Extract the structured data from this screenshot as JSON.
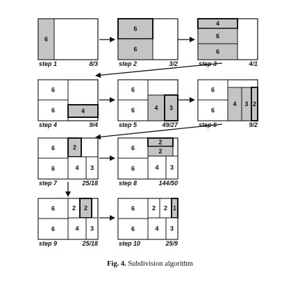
{
  "caption": {
    "label": "Fig. 4.",
    "text": "Subdivision algorithm"
  },
  "steps": [
    {
      "label": "step 1",
      "ratio": "8/3",
      "cells": [
        {
          "text": "6",
          "shade": true,
          "bold": false
        }
      ]
    },
    {
      "label": "step 2",
      "ratio": "3/2",
      "cells": [
        {
          "text": "6",
          "shade": true,
          "bold": true
        },
        {
          "text": "6",
          "shade": true,
          "bold": false
        }
      ]
    },
    {
      "label": "step 3",
      "ratio": "4/1",
      "cells": [
        {
          "text": "4",
          "shade": true,
          "bold": true
        },
        {
          "text": "6",
          "shade": true,
          "bold": false
        },
        {
          "text": "6",
          "shade": true,
          "bold": false
        }
      ]
    },
    {
      "label": "step 4",
      "ratio": "9/4",
      "cells": [
        {
          "text": "6",
          "shade": false,
          "bold": false
        },
        {
          "text": "6",
          "shade": false,
          "bold": false
        },
        {
          "text": "4",
          "shade": true,
          "bold": true
        }
      ]
    },
    {
      "label": "step 5",
      "ratio": "49/27",
      "cells": [
        {
          "text": "6",
          "shade": false,
          "bold": false
        },
        {
          "text": "6",
          "shade": false,
          "bold": false
        },
        {
          "text": "4",
          "shade": true,
          "bold": false
        },
        {
          "text": "3",
          "shade": true,
          "bold": true
        }
      ]
    },
    {
      "label": "step 6",
      "ratio": "9/2",
      "cells": [
        {
          "text": "6",
          "shade": false,
          "bold": false
        },
        {
          "text": "6",
          "shade": false,
          "bold": false
        },
        {
          "text": "4",
          "shade": true,
          "bold": false
        },
        {
          "text": "3",
          "shade": true,
          "bold": false
        },
        {
          "text": "2",
          "shade": true,
          "bold": true
        }
      ]
    },
    {
      "label": "step 7",
      "ratio": "25/18",
      "cells": [
        {
          "text": "6",
          "shade": false,
          "bold": false
        },
        {
          "text": "6",
          "shade": false,
          "bold": false
        },
        {
          "text": "2",
          "shade": true,
          "bold": true
        },
        {
          "text": "4",
          "shade": false,
          "bold": false
        },
        {
          "text": "3",
          "shade": false,
          "bold": false
        }
      ]
    },
    {
      "label": "step 8",
      "ratio": "144/50",
      "cells": [
        {
          "text": "6",
          "shade": false,
          "bold": false
        },
        {
          "text": "6",
          "shade": false,
          "bold": false
        },
        {
          "text": "2",
          "shade": true,
          "bold": true
        },
        {
          "text": "2",
          "shade": true,
          "bold": false
        },
        {
          "text": "4",
          "shade": false,
          "bold": false
        },
        {
          "text": "3",
          "shade": false,
          "bold": false
        }
      ]
    },
    {
      "label": "step 9",
      "ratio": "25/18",
      "cells": [
        {
          "text": "6",
          "shade": false,
          "bold": false
        },
        {
          "text": "6",
          "shade": false,
          "bold": false
        },
        {
          "text": "2",
          "shade": false,
          "bold": false
        },
        {
          "text": "2",
          "shade": true,
          "bold": true
        },
        {
          "text": "4",
          "shade": false,
          "bold": false
        },
        {
          "text": "3",
          "shade": false,
          "bold": false
        }
      ]
    },
    {
      "label": "step 10",
      "ratio": "25/9",
      "cells": [
        {
          "text": "6",
          "shade": false,
          "bold": false
        },
        {
          "text": "6",
          "shade": false,
          "bold": false
        },
        {
          "text": "2",
          "shade": false,
          "bold": false
        },
        {
          "text": "2",
          "shade": false,
          "bold": false
        },
        {
          "text": "1",
          "shade": true,
          "bold": true
        },
        {
          "text": "4",
          "shade": false,
          "bold": false
        },
        {
          "text": "3",
          "shade": false,
          "bold": false
        }
      ]
    }
  ]
}
